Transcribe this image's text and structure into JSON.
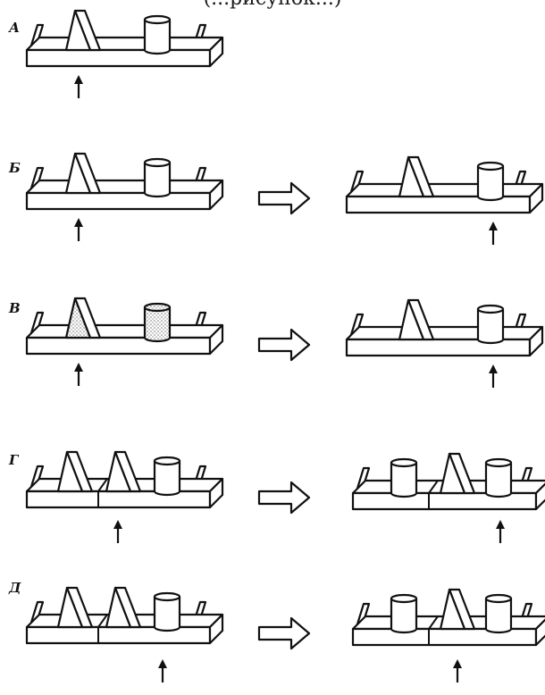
{
  "top_text": "(...рисунок...)",
  "rows": [
    {
      "label": "А",
      "has_right": false
    },
    {
      "label": "Б",
      "has_right": true
    },
    {
      "label": "В",
      "has_right": true
    },
    {
      "label": "Г",
      "has_right": true
    },
    {
      "label": "Д",
      "has_right": true
    }
  ],
  "colors": {
    "ink": "#111111",
    "stipple": "#9a9a9a",
    "background": "#ffffff"
  }
}
